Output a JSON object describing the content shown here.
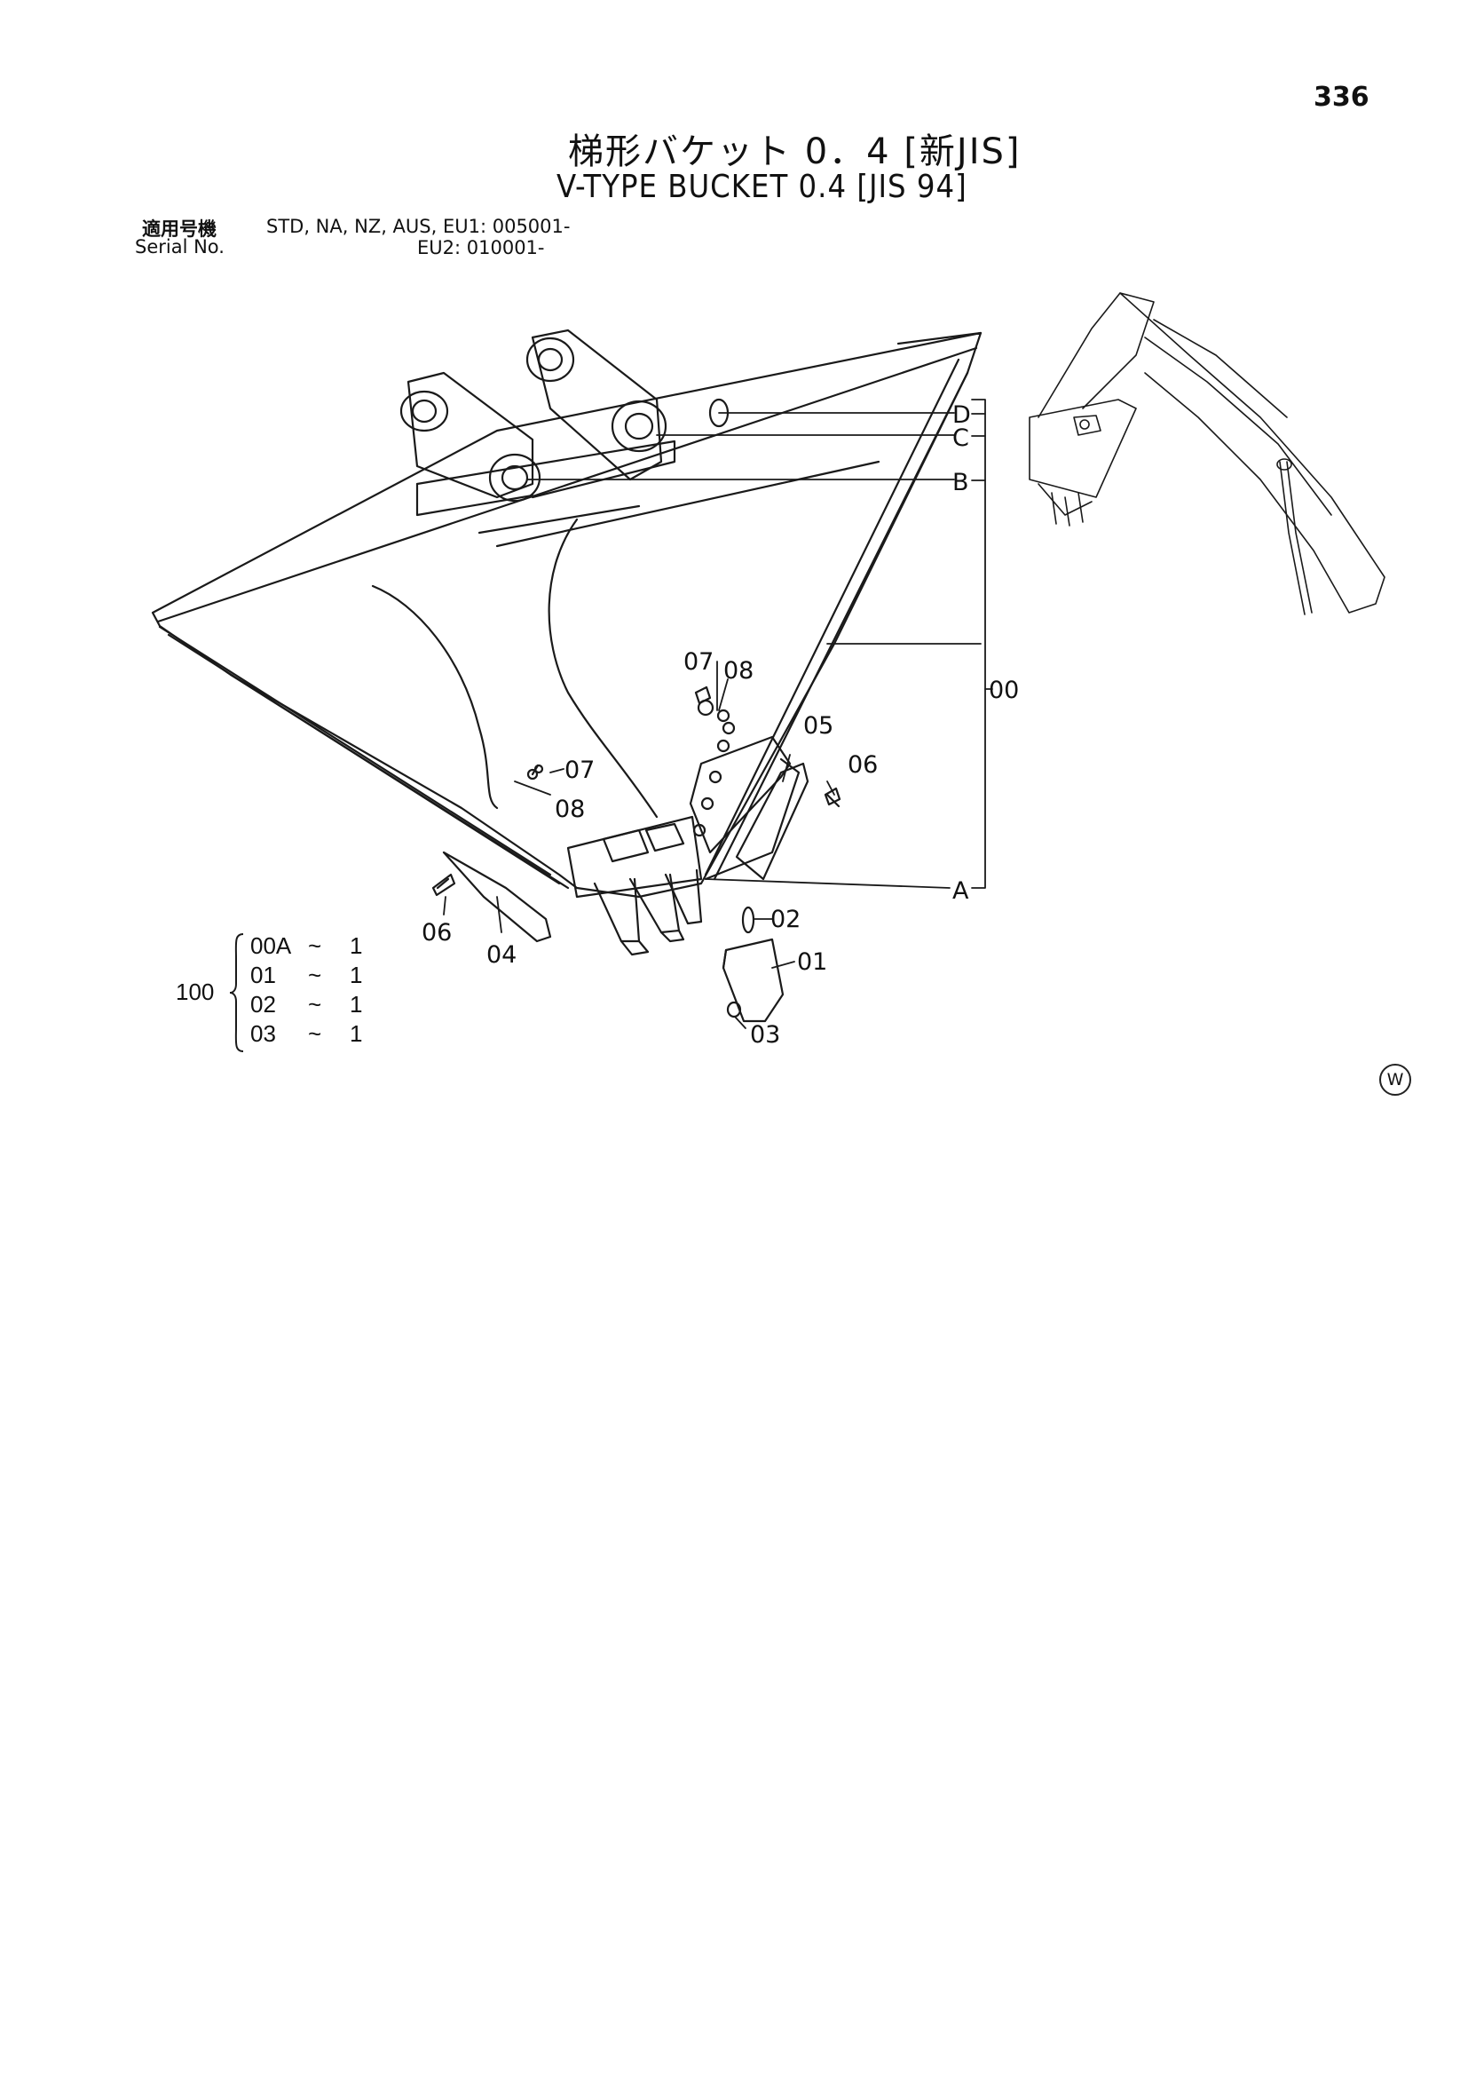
{
  "page": {
    "number": "336",
    "title_jp": "梯形バケット 0．4 [新JIS]",
    "title_en": "V-TYPE BUCKET 0.4 [JIS 94]"
  },
  "serial": {
    "label_jp": "適用号機",
    "label_en": "Serial No.",
    "line1": "STD, NA, NZ, AUS, EU1: 005001-",
    "line2": "EU2: 010001-"
  },
  "callouts": {
    "D": "D",
    "C": "C",
    "B": "B",
    "A": "A",
    "assembly": "00",
    "p01": "01",
    "p02": "02",
    "p03": "03",
    "p04": "04",
    "p05": "05",
    "p06a": "06",
    "p06b": "06",
    "p07a": "07",
    "p07b": "07",
    "p08a": "08",
    "p08b": "08"
  },
  "kit": {
    "number": "100",
    "items": [
      {
        "part": "00A",
        "sep": "~",
        "qty": "1"
      },
      {
        "part": "01",
        "sep": "~",
        "qty": "1"
      },
      {
        "part": "02",
        "sep": "~",
        "qty": "1"
      },
      {
        "part": "03",
        "sep": "~",
        "qty": "1"
      }
    ]
  },
  "logo": "W"
}
